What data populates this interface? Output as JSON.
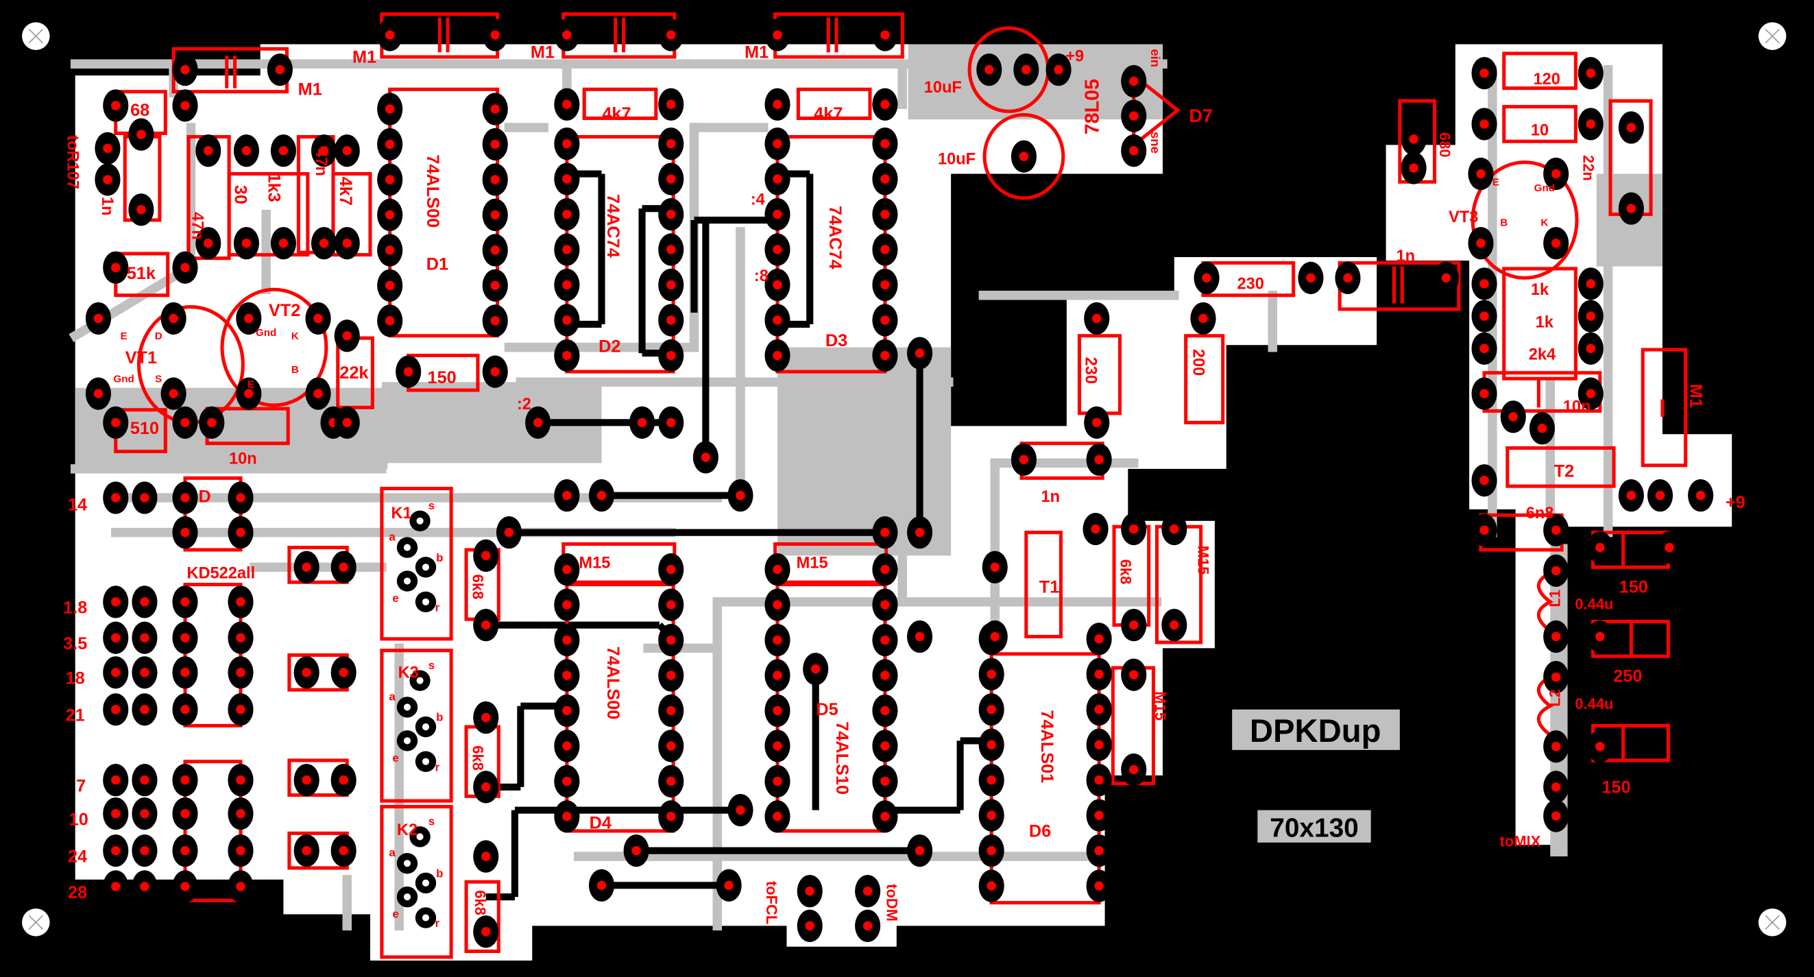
{
  "board": {
    "title": "DPKDup",
    "size": "70x130",
    "colors": {
      "background": "#000000",
      "board": "#ffffff",
      "copper": "#c0c0c0",
      "silkscreen": "#ff0000",
      "pad": "#000000"
    }
  },
  "labels": {
    "m1_a": "M1",
    "m1_b": "M1",
    "m1_c": "M1",
    "m1_d": "M1",
    "m1_e": "M1",
    "r68": "68",
    "toR107": "toR107",
    "c1n_a": "1n",
    "c47n_a": "47n",
    "r30": "30",
    "r1k3": "1k3",
    "c47n_b": "47n",
    "r4k7_a": "4k7",
    "r51k": "51k",
    "vt1": "VT1",
    "vt2": "VT2",
    "r22k": "22k",
    "r150_a": "150",
    "r510": "510",
    "c10n_a": "10n",
    "ic_d1_type": "74ALS00",
    "ic_d1": "D1",
    "r4k7_b": "4k7",
    "ic_d2_type": "74AC74",
    "ic_d2": "D2",
    "div4": ":4",
    "div8": ":8",
    "div2": ":2",
    "r4k7_c": "4k7",
    "ic_d3_type": "74AC74",
    "ic_d3": "D3",
    "c10uf_a": "10uF",
    "plus9_a": "+9",
    "reg_type": "78L05",
    "d7": "D7",
    "reg_in": "ein",
    "reg_gnd": "sne",
    "c10uf_b": "10uF",
    "r120": "120",
    "r10": "10",
    "c680": "680",
    "c22n": "22n",
    "vt3": "VT3",
    "c1n_b": "1n",
    "r230_a": "230",
    "r1k_a": "1k",
    "r1k_b": "1k",
    "r2k4": "2k4",
    "c10n_b": "10n",
    "r230_b": "230",
    "r200": "200",
    "c1n_c": "1n",
    "t2": "T2",
    "plus9_b": "+9",
    "c6n8": "6n8",
    "c150_a": "150",
    "l1": "L1",
    "l1_val": "0.44u",
    "c250": "250",
    "l2": "L2",
    "l2_val": "0.44u",
    "c150_b": "150",
    "toMIX": "toMIX",
    "sw14": "14",
    "diode_d": "D",
    "diode_type": "KD522all",
    "sw1_8": "1.8",
    "sw3_5": "3.5",
    "sw18": "18",
    "sw21": "21",
    "sw7": "7",
    "sw10": "10",
    "sw24": "24",
    "sw28": "28",
    "k1": "K1",
    "k3": "K3",
    "k2": "K2",
    "r6k8_a": "6k8",
    "r6k8_b": "6k8",
    "r6k8_c": "6k8",
    "m15_a": "M15",
    "ic_d4_type": "74ALS00",
    "ic_d4": "D4",
    "m15_b": "M15",
    "ic_d5": "D5",
    "ic_d5_type": "74ALS10",
    "t1": "T1",
    "r6k8_d": "6k8",
    "m15_c": "M15",
    "m15_d": "M15",
    "ic_d6_type": "74ALS01",
    "ic_d6": "D6",
    "toFCL": "toFCL",
    "toDM": "toDM"
  },
  "transistor_pins": {
    "e": "E",
    "b": "B",
    "k": "K",
    "gnd": "Gnd",
    "d": "D",
    "s": "S",
    "g": "e"
  },
  "relay_pins": {
    "a": "a",
    "b": "b",
    "s": "s",
    "r": "r",
    "e": "e"
  }
}
